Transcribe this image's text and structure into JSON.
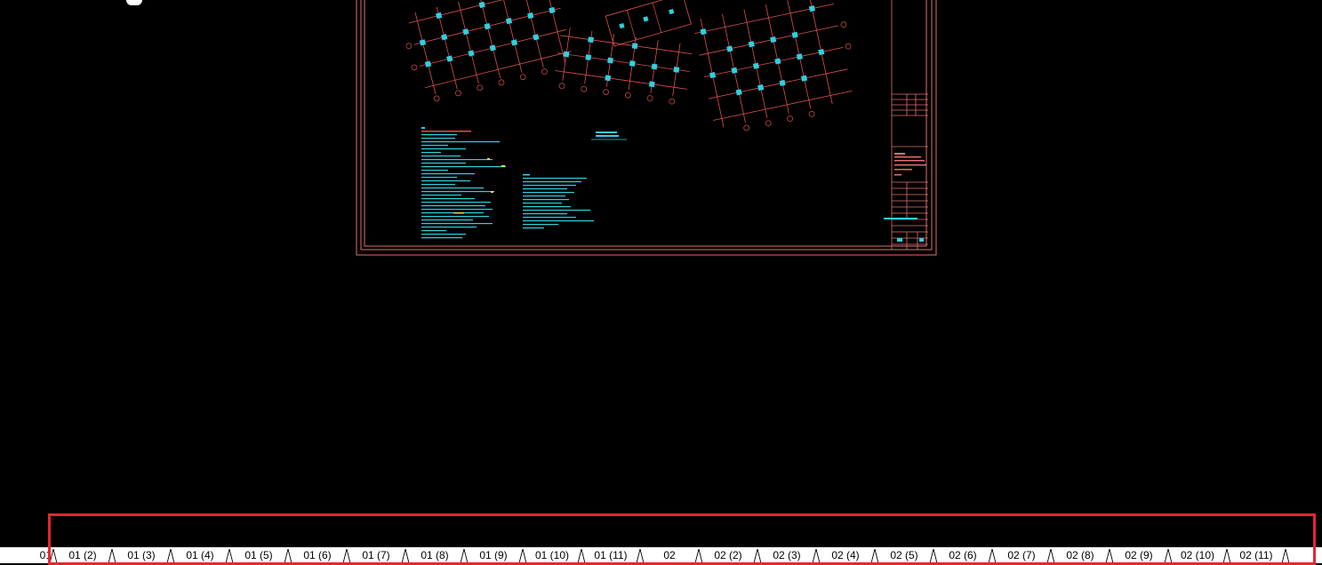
{
  "colors": {
    "background": "#000000",
    "drawing_frame": "#e07070",
    "grid_lines": "#e05050",
    "annotation_text": "#2fd0e0",
    "highlight": "#e8262b",
    "tab_bar": "#ffffff"
  },
  "layout_tabs": [
    {
      "label": "01",
      "active": true
    },
    {
      "label": "01 (2)"
    },
    {
      "label": "01 (3)"
    },
    {
      "label": "01 (4)"
    },
    {
      "label": "01 (5)"
    },
    {
      "label": "01 (6)"
    },
    {
      "label": "01 (7)"
    },
    {
      "label": "01 (8)"
    },
    {
      "label": "01 (9)"
    },
    {
      "label": "01 (10)"
    },
    {
      "label": "01 (11)"
    },
    {
      "label": "02"
    },
    {
      "label": "02 (2)"
    },
    {
      "label": "02 (3)"
    },
    {
      "label": "02 (4)"
    },
    {
      "label": "02 (5)"
    },
    {
      "label": "02 (6)"
    },
    {
      "label": "02 (7)"
    },
    {
      "label": "02 (8)"
    },
    {
      "label": "02 (9)"
    },
    {
      "label": "02 (10)"
    },
    {
      "label": "02 (11)"
    }
  ]
}
